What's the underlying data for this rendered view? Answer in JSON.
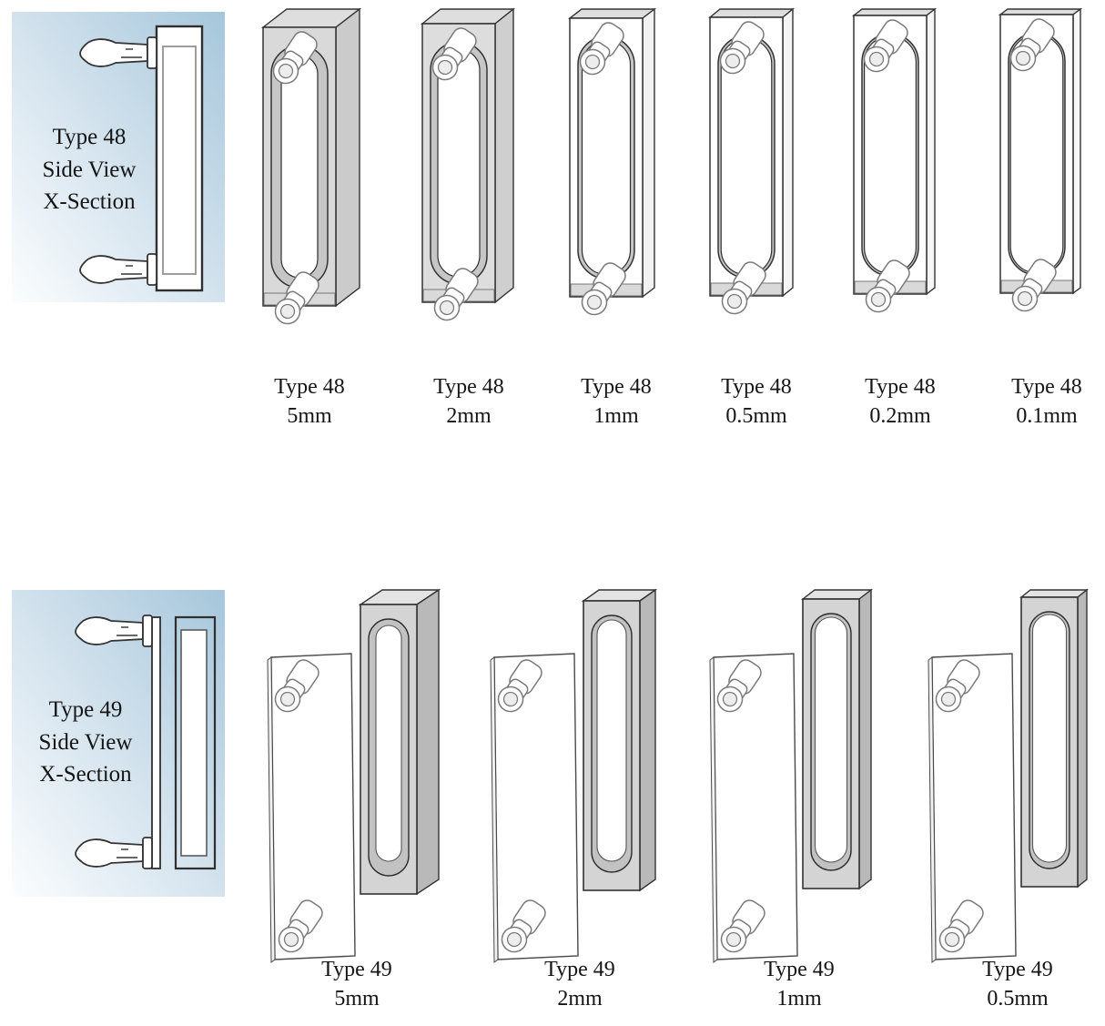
{
  "sections": [
    {
      "id": "type48",
      "sidebox": {
        "line1": "Type 48",
        "line2": "Side View",
        "line3": "X-Section"
      },
      "cells": [
        {
          "title": "Type 48",
          "size": "5mm",
          "path_mm": 5
        },
        {
          "title": "Type 48",
          "size": "2mm",
          "path_mm": 2
        },
        {
          "title": "Type 48",
          "size": "1mm",
          "path_mm": 1
        },
        {
          "title": "Type 48",
          "size": "0.5mm",
          "path_mm": 0.5
        },
        {
          "title": "Type 48",
          "size": "0.2mm",
          "path_mm": 0.2
        },
        {
          "title": "Type 48",
          "size": "0.1mm",
          "path_mm": 0.1
        }
      ]
    },
    {
      "id": "type49",
      "sidebox": {
        "line1": "Type 49",
        "line2": "Side View",
        "line3": "X-Section"
      },
      "cells": [
        {
          "title": "Type 49",
          "size": "5mm",
          "path_mm": 5
        },
        {
          "title": "Type 49",
          "size": "2mm",
          "path_mm": 2
        },
        {
          "title": "Type 49",
          "size": "1mm",
          "path_mm": 1
        },
        {
          "title": "Type 49",
          "size": "0.5mm",
          "path_mm": 0.5
        }
      ]
    }
  ],
  "colors": {
    "background": "#ffffff",
    "panel_gradient_start": "#fbfdfe",
    "panel_gradient_end": "#a6c6db",
    "cell_body_gray": "#d9d9d9",
    "window_ring_gray": "#c6c6c6",
    "top_face_gray": "#dedede",
    "side_face_gray": "#cbcbcb",
    "block_front_gray": "#d4d4d4",
    "block_side_gray": "#b9b9b9",
    "recess_gray": "#c2c2c2",
    "outline": "#333333",
    "tube_outline": "#7a7a7a",
    "text": "#151515"
  }
}
